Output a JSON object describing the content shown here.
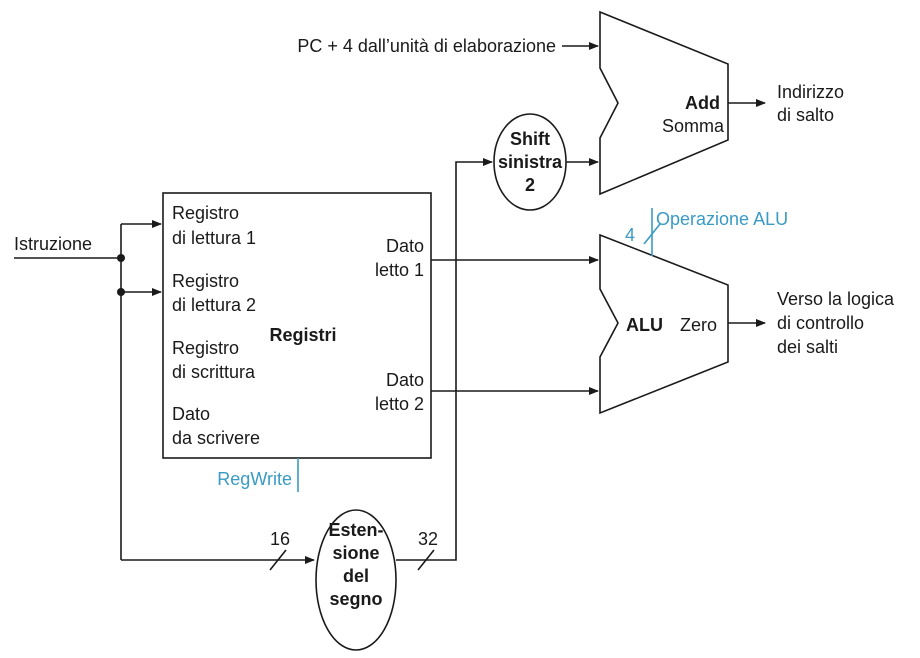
{
  "inputs": {
    "pc_plus_4": "PC + 4 dall’unità di elaborazione",
    "instruction": "Istruzione"
  },
  "adder": {
    "title": "Add",
    "subtitle": "Somma",
    "output_line1": "Indirizzo",
    "output_line2": "di salto"
  },
  "shift": {
    "line1": "Shift",
    "line2": "sinistra",
    "line3": "2"
  },
  "registers": {
    "title": "Registri",
    "read_reg1": [
      "Registro",
      "di lettura 1"
    ],
    "read_reg2": [
      "Registro",
      "di lettura 2"
    ],
    "write_reg": [
      "Registro",
      "di scrittura"
    ],
    "write_data": [
      "Dato",
      "da scrivere"
    ],
    "read_data1": [
      "Dato",
      "letto 1"
    ],
    "read_data2": [
      "Dato",
      "letto 2"
    ]
  },
  "control": {
    "regwrite": "RegWrite",
    "alu_op_bits": "4",
    "alu_op": "Operazione ALU"
  },
  "alu": {
    "title": "ALU",
    "zero": "Zero",
    "output_line1": "Verso la logica",
    "output_line2": "di controllo",
    "output_line3": "dei salti"
  },
  "sign_extend": {
    "line1": "Esten-",
    "line2": "sione",
    "line3": "del",
    "line4": "segno",
    "in_bits": "16",
    "out_bits": "32"
  },
  "colors": {
    "control": "#3a9bc4",
    "ink": "#1a1a1a"
  }
}
